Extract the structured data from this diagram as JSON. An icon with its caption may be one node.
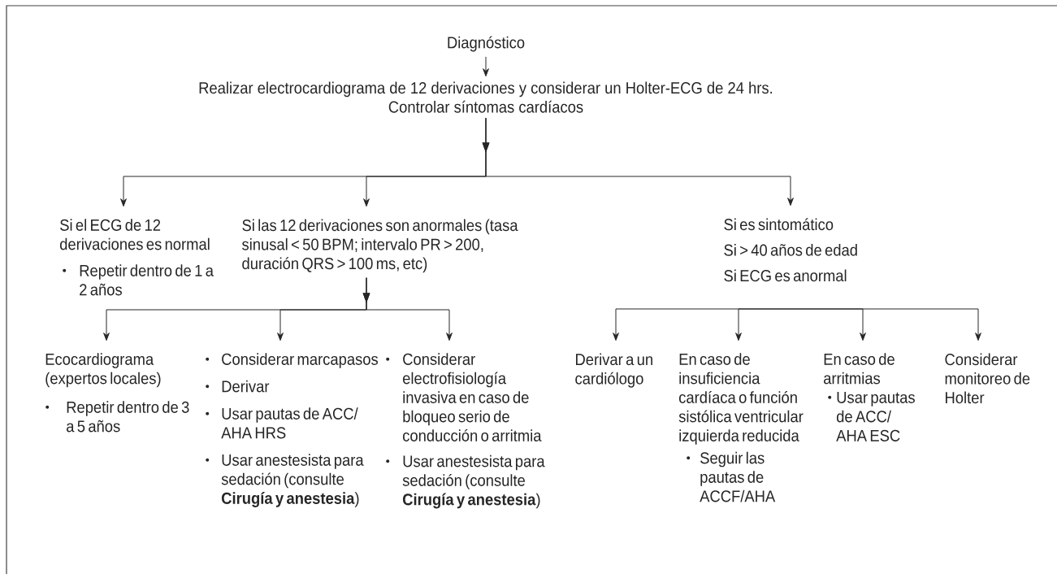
{
  "diagram": {
    "nodes": [
      {
        "text": [
          "Diagnóstico"
        ]
      },
      {
        "text": [
          "Realizar electrocardiograma de 12 derivaciones y considerar un Holter-ECG de 24 hrs.",
          "Controlar síntomas cardíacos"
        ]
      },
      {
        "text": [
          "Si el ECG de 12 derivaciones es normal",
          "Repetir dentro de 1 a 2 años"
        ]
      },
      {
        "text": [
          "Si las 12 derivaciones son anormales (tasa sinusal < 50 BPM; intervalo PR > 200, duración QRS > 100 ms, etc)"
        ]
      },
      {
        "text": [
          "Si es sintomático",
          "Si > 40 años de edad",
          "Si ECG es anormal"
        ]
      },
      {
        "text": [
          "Ecocardiograma (expertos locales)",
          "Repetir dentro de 3 a 5 años"
        ]
      },
      {
        "text": [
          "Considerar marcapasos",
          "Derivar",
          "Usar pautas de ACC/ AHA HRS",
          "Usar anestesista para sedación (consulte **Cirugía y anestesia**)"
        ]
      },
      {
        "text": [
          "Considerar electrofisiología invasiva en caso de bloqueo serio de conducción o arritmia",
          "Usar anestesista para sedación (consulte **Cirugía y anestesia**)"
        ]
      },
      {
        "text": [
          "Derivar a un cardiólogo"
        ]
      },
      {
        "text": [
          "En caso de insuficiencia cardíaca o función sistólica ventricular izquierda reducida",
          "Seguir las pautas de ACCF/AHA"
        ]
      },
      {
        "text": [
          "En caso de arritmias",
          "Usar pautas de ACC/ AHA ESC"
        ]
      },
      {
        "text": [
          "Considerar monitoreo de Holter"
        ]
      }
    ],
    "edges": [
      {
        "from": 0,
        "to": 1,
        "arrow": "to"
      },
      {
        "from": 1,
        "to": 2,
        "arrow": "to"
      },
      {
        "from": 1,
        "to": 3,
        "arrow": "to"
      },
      {
        "from": 1,
        "to": 4,
        "arrow": "to"
      },
      {
        "from": 3,
        "to": 5,
        "arrow": "to"
      },
      {
        "from": 3,
        "to": 6,
        "arrow": "to"
      },
      {
        "from": 3,
        "to": 7,
        "arrow": "to"
      },
      {
        "from": null,
        "to": 8,
        "arrow": "to"
      },
      {
        "from": null,
        "to": 9,
        "arrow": "to"
      },
      {
        "from": null,
        "to": 10,
        "arrow": "to"
      },
      {
        "from": null,
        "to": 11,
        "arrow": "to"
      }
    ]
  }
}
